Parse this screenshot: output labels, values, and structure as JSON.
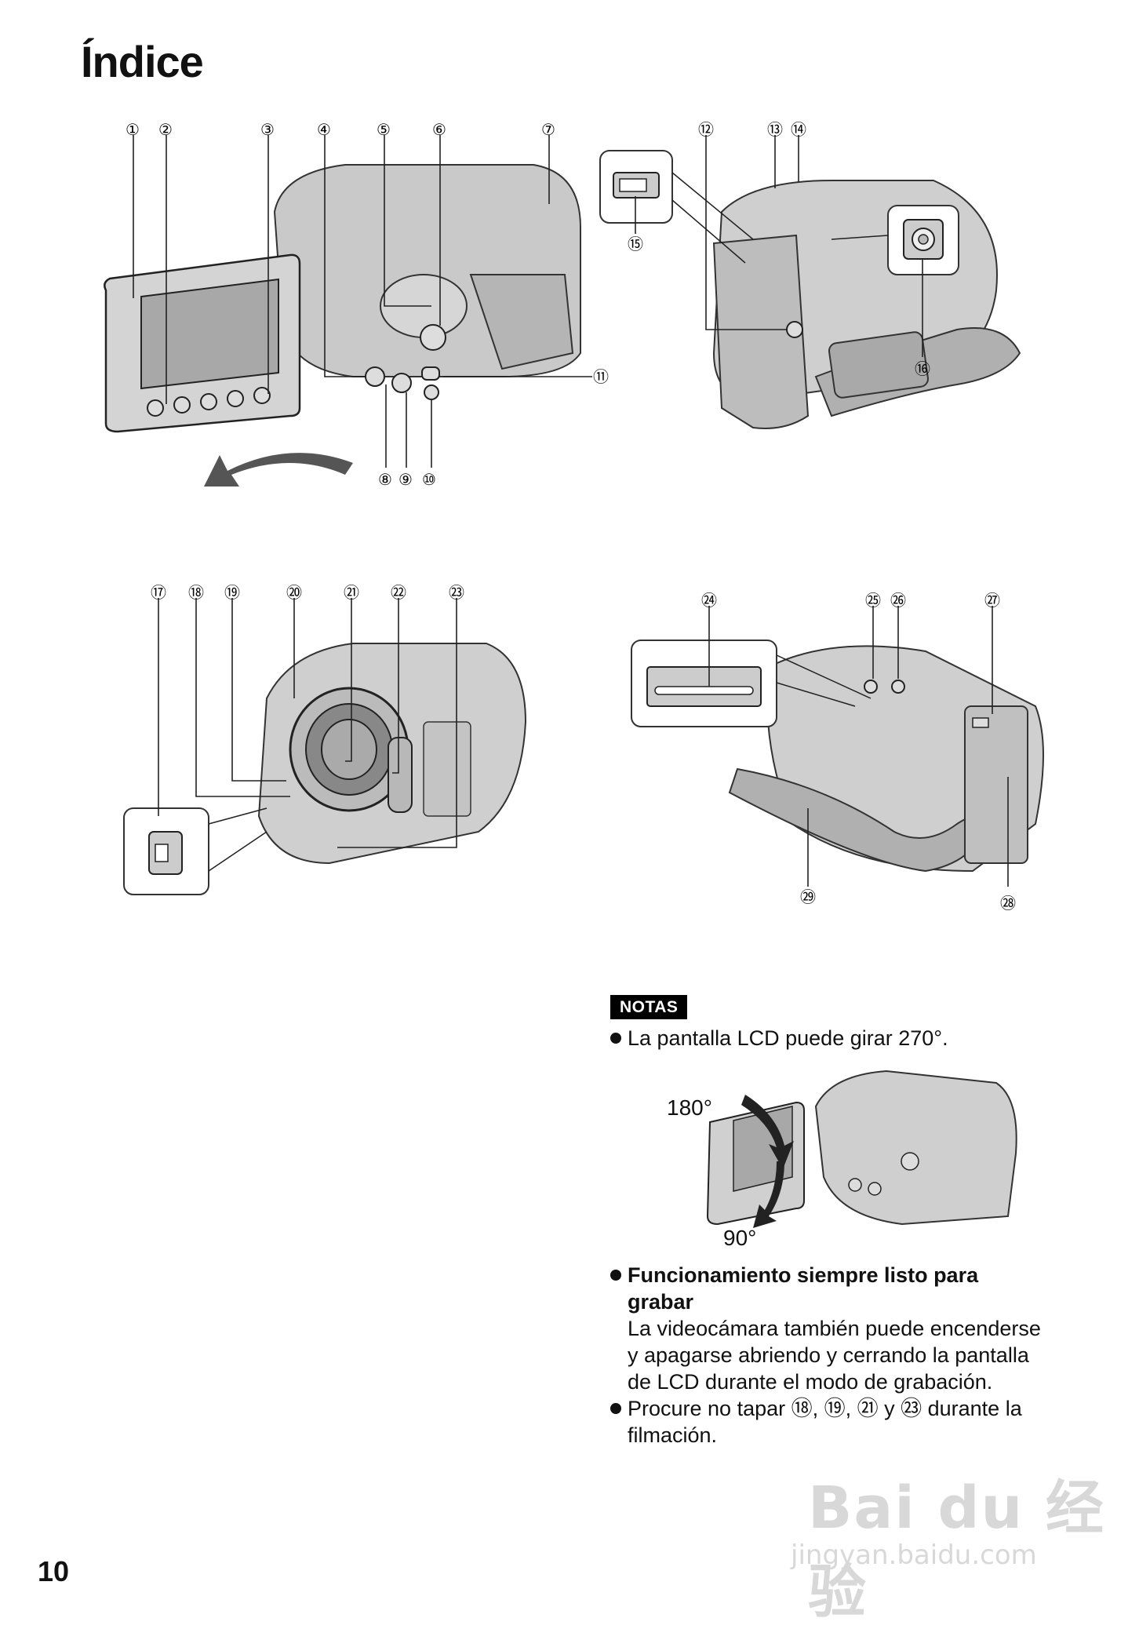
{
  "page": {
    "title": "Índice",
    "page_number": "10"
  },
  "callouts": {
    "n1": "①",
    "n2": "②",
    "n3": "③",
    "n4": "④",
    "n5": "⑤",
    "n6": "⑥",
    "n7": "⑦",
    "n8": "⑧",
    "n9": "⑨",
    "n10": "⑩",
    "n11": "⑪",
    "n12": "⑫",
    "n13": "⑬",
    "n14": "⑭",
    "n15": "⑮",
    "n16": "⑯",
    "n17": "⑰",
    "n18": "⑱",
    "n19": "⑲",
    "n20": "⑳",
    "n21": "㉑",
    "n22": "㉒",
    "n23": "㉓",
    "n24": "㉔",
    "n25": "㉕",
    "n26": "㉖",
    "n27": "㉗",
    "n28": "㉘",
    "n29": "㉙"
  },
  "notes": {
    "label": "NOTAS",
    "item1": "La pantalla LCD puede girar 270°.",
    "angle_top": "180°",
    "angle_bottom": "90°",
    "item2_title_line1": "Funcionamiento siempre listo para",
    "item2_title_line2": "grabar",
    "item2_body_line1": "La videocámara también puede encenderse",
    "item2_body_line2": "y apagarse abriendo y cerrando la pantalla",
    "item2_body_line3": "de LCD durante el modo de grabación.",
    "item3_line1": "Procure no tapar ⑱, ⑲, ㉑ y ㉓ durante la",
    "item3_line2": "filmación."
  },
  "watermark": {
    "brand": "Bai du 经验",
    "url": "jingyan.baidu.com"
  }
}
